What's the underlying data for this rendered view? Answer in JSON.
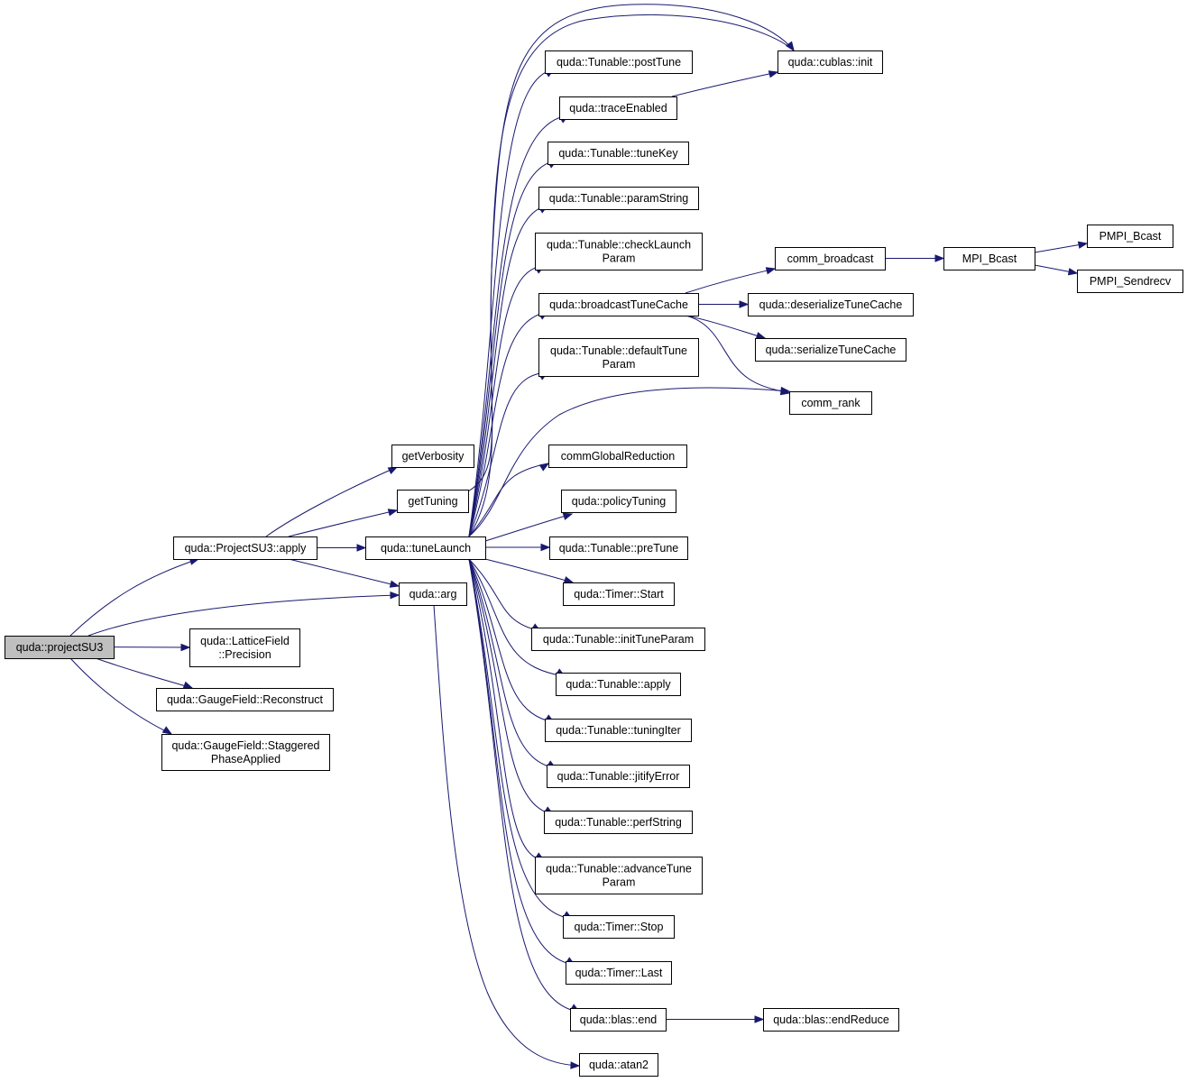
{
  "nodes": [
    {
      "id": "projectSU3",
      "lines": [
        "quda::projectSU3"
      ],
      "root": true
    },
    {
      "id": "ProjectSU3apply",
      "lines": [
        "quda::ProjectSU3::apply"
      ]
    },
    {
      "id": "arg",
      "lines": [
        "quda::arg"
      ]
    },
    {
      "id": "Precision",
      "lines": [
        "quda::LatticeField",
        "::Precision"
      ]
    },
    {
      "id": "Reconstruct",
      "lines": [
        "quda::GaugeField::Reconstruct"
      ]
    },
    {
      "id": "Staggered",
      "lines": [
        "quda::GaugeField::Staggered",
        "PhaseApplied"
      ]
    },
    {
      "id": "getVerbosity",
      "lines": [
        "getVerbosity"
      ]
    },
    {
      "id": "getTuning",
      "lines": [
        "getTuning"
      ]
    },
    {
      "id": "tuneLaunch",
      "lines": [
        "quda::tuneLaunch"
      ]
    },
    {
      "id": "postTune",
      "lines": [
        "quda::Tunable::postTune"
      ]
    },
    {
      "id": "traceEnabled",
      "lines": [
        "quda::traceEnabled"
      ]
    },
    {
      "id": "tuneKey",
      "lines": [
        "quda::Tunable::tuneKey"
      ]
    },
    {
      "id": "paramString",
      "lines": [
        "quda::Tunable::paramString"
      ]
    },
    {
      "id": "checkLaunch",
      "lines": [
        "quda::Tunable::checkLaunch",
        "Param"
      ]
    },
    {
      "id": "broadcastTuneCache",
      "lines": [
        "quda::broadcastTuneCache"
      ]
    },
    {
      "id": "defaultTune",
      "lines": [
        "quda::Tunable::defaultTune",
        "Param"
      ]
    },
    {
      "id": "commGlobalReduction",
      "lines": [
        "commGlobalReduction"
      ]
    },
    {
      "id": "policyTuning",
      "lines": [
        "quda::policyTuning"
      ]
    },
    {
      "id": "preTune",
      "lines": [
        "quda::Tunable::preTune"
      ]
    },
    {
      "id": "TimerStart",
      "lines": [
        "quda::Timer::Start"
      ]
    },
    {
      "id": "initTuneParam",
      "lines": [
        "quda::Tunable::initTuneParam"
      ]
    },
    {
      "id": "Tunableapply",
      "lines": [
        "quda::Tunable::apply"
      ]
    },
    {
      "id": "tuningIter",
      "lines": [
        "quda::Tunable::tuningIter"
      ]
    },
    {
      "id": "jitifyError",
      "lines": [
        "quda::Tunable::jitifyError"
      ]
    },
    {
      "id": "perfString",
      "lines": [
        "quda::Tunable::perfString"
      ]
    },
    {
      "id": "advanceTune",
      "lines": [
        "quda::Tunable::advanceTune",
        "Param"
      ]
    },
    {
      "id": "TimerStop",
      "lines": [
        "quda::Timer::Stop"
      ]
    },
    {
      "id": "TimerLast",
      "lines": [
        "quda::Timer::Last"
      ]
    },
    {
      "id": "blasend",
      "lines": [
        "quda::blas::end"
      ]
    },
    {
      "id": "atan2",
      "lines": [
        "quda::atan2"
      ]
    },
    {
      "id": "cublasinit",
      "lines": [
        "quda::cublas::init"
      ]
    },
    {
      "id": "comm_broadcast",
      "lines": [
        "comm_broadcast"
      ]
    },
    {
      "id": "deserialize",
      "lines": [
        "quda::deserializeTuneCache"
      ]
    },
    {
      "id": "serialize",
      "lines": [
        "quda::serializeTuneCache"
      ]
    },
    {
      "id": "comm_rank",
      "lines": [
        "comm_rank"
      ]
    },
    {
      "id": "MPI_Bcast",
      "lines": [
        "MPI_Bcast"
      ]
    },
    {
      "id": "PMPI_Bcast",
      "lines": [
        "PMPI_Bcast"
      ]
    },
    {
      "id": "PMPI_Sendrecv",
      "lines": [
        "PMPI_Sendrecv"
      ]
    },
    {
      "id": "endReduce",
      "lines": [
        "quda::blas::endReduce"
      ]
    }
  ],
  "edges": [
    [
      "projectSU3",
      "ProjectSU3apply"
    ],
    [
      "projectSU3",
      "arg"
    ],
    [
      "projectSU3",
      "Precision"
    ],
    [
      "projectSU3",
      "Reconstruct"
    ],
    [
      "projectSU3",
      "Staggered"
    ],
    [
      "ProjectSU3apply",
      "getVerbosity"
    ],
    [
      "ProjectSU3apply",
      "getTuning"
    ],
    [
      "ProjectSU3apply",
      "tuneLaunch"
    ],
    [
      "ProjectSU3apply",
      "arg"
    ],
    [
      "getTuning",
      "cublasinit"
    ],
    [
      "arg",
      "atan2"
    ],
    [
      "tuneLaunch",
      "postTune"
    ],
    [
      "tuneLaunch",
      "traceEnabled"
    ],
    [
      "tuneLaunch",
      "tuneKey"
    ],
    [
      "tuneLaunch",
      "paramString"
    ],
    [
      "tuneLaunch",
      "checkLaunch"
    ],
    [
      "tuneLaunch",
      "broadcastTuneCache"
    ],
    [
      "tuneLaunch",
      "defaultTune"
    ],
    [
      "tuneLaunch",
      "comm_rank"
    ],
    [
      "tuneLaunch",
      "commGlobalReduction"
    ],
    [
      "tuneLaunch",
      "policyTuning"
    ],
    [
      "tuneLaunch",
      "preTune"
    ],
    [
      "tuneLaunch",
      "TimerStart"
    ],
    [
      "tuneLaunch",
      "initTuneParam"
    ],
    [
      "tuneLaunch",
      "Tunableapply"
    ],
    [
      "tuneLaunch",
      "tuningIter"
    ],
    [
      "tuneLaunch",
      "jitifyError"
    ],
    [
      "tuneLaunch",
      "perfString"
    ],
    [
      "tuneLaunch",
      "advanceTune"
    ],
    [
      "tuneLaunch",
      "TimerStop"
    ],
    [
      "tuneLaunch",
      "TimerLast"
    ],
    [
      "tuneLaunch",
      "blasend"
    ],
    [
      "tuneLaunch",
      "cublasinit"
    ],
    [
      "traceEnabled",
      "cublasinit"
    ],
    [
      "broadcastTuneCache",
      "comm_broadcast"
    ],
    [
      "broadcastTuneCache",
      "deserialize"
    ],
    [
      "broadcastTuneCache",
      "serialize"
    ],
    [
      "broadcastTuneCache",
      "comm_rank"
    ],
    [
      "comm_broadcast",
      "MPI_Bcast"
    ],
    [
      "MPI_Bcast",
      "PMPI_Bcast"
    ],
    [
      "MPI_Bcast",
      "PMPI_Sendrecv"
    ],
    [
      "blasend",
      "endReduce"
    ]
  ]
}
